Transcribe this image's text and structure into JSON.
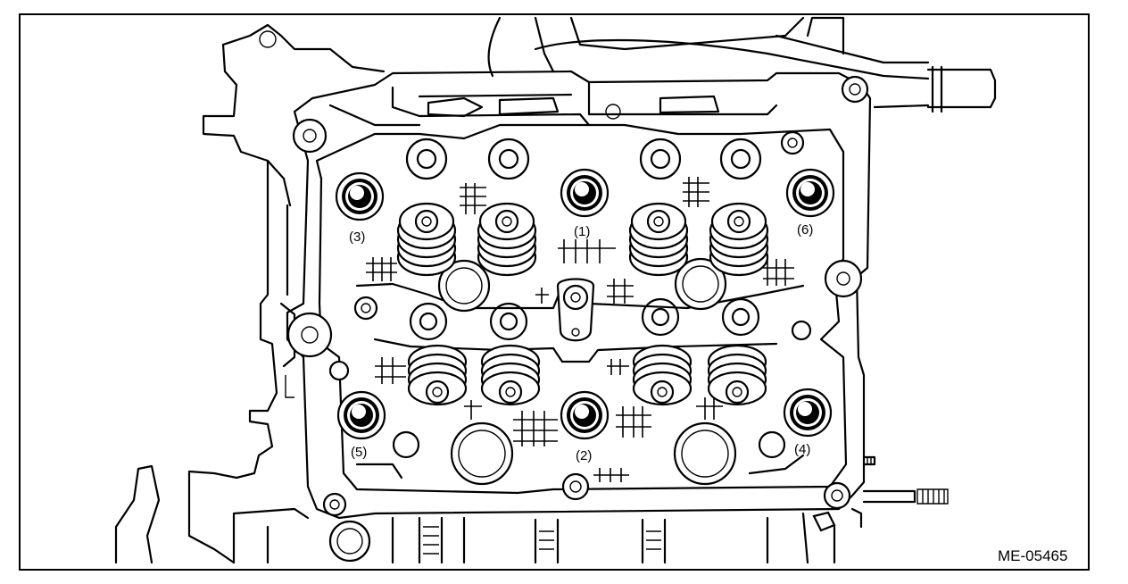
{
  "figure": {
    "id": "ME-05465",
    "callouts": [
      {
        "label": "(1)"
      },
      {
        "label": "(2)"
      },
      {
        "label": "(3)"
      },
      {
        "label": "(4)"
      },
      {
        "label": "(5)"
      },
      {
        "label": "(6)"
      }
    ]
  },
  "colors": {
    "line": "#000000",
    "background": "#ffffff"
  }
}
